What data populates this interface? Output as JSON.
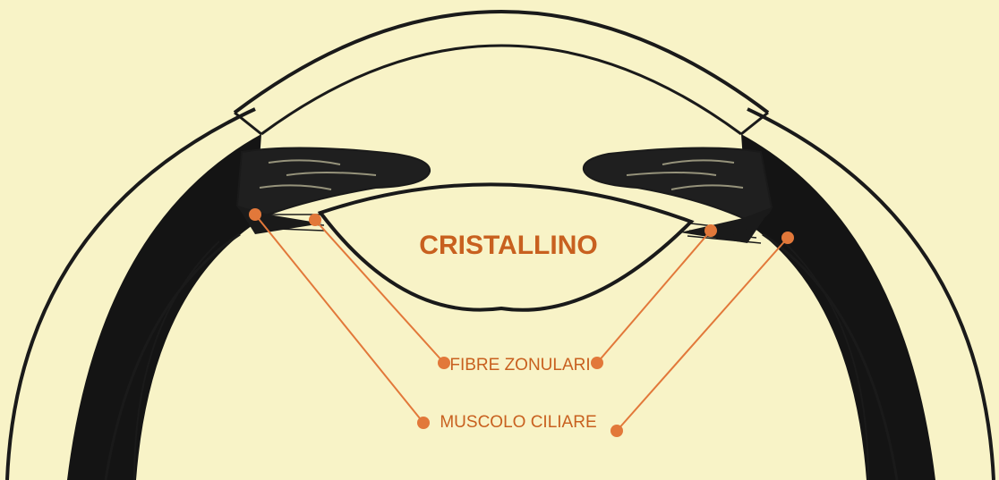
{
  "colors": {
    "background": "#f8f3c7",
    "ink": "#1a1a1a",
    "dark_tissue": "#141414",
    "accent": "#e2783a",
    "label_text": "#c8601f"
  },
  "labels": {
    "lens": "CRISTALLINO",
    "zonular_fibers": "FIBRE ZONULARI",
    "ciliary_muscle": "MUSCOLO CILIARE"
  }
}
